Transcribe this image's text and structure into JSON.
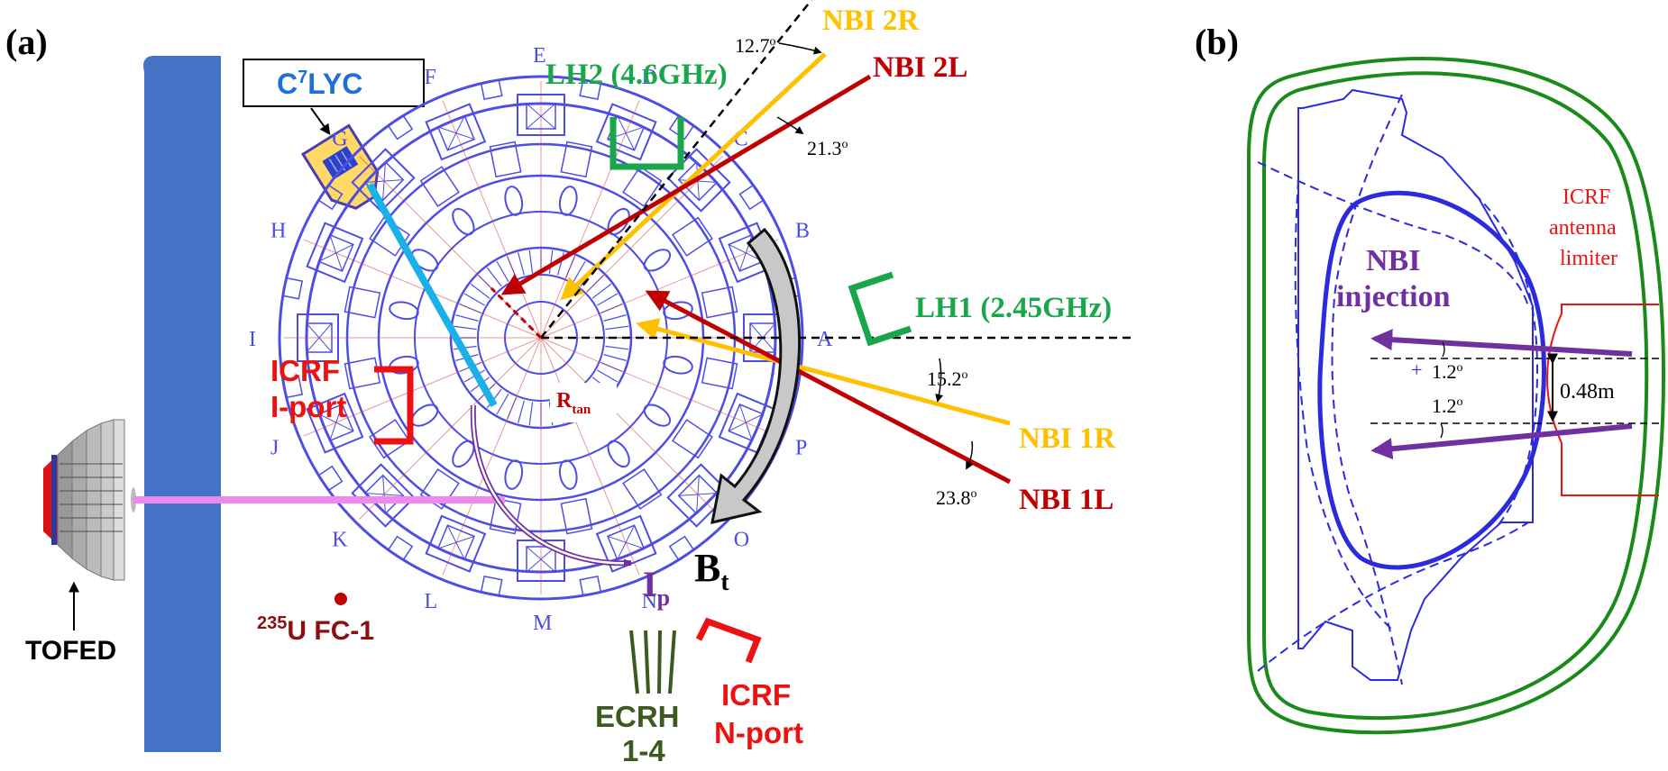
{
  "panel_a": {
    "label": "(a)",
    "detector_box": {
      "main": "C",
      "sup": "7",
      "rest": "LYC"
    },
    "tofed": "TOFED",
    "fission_chamber": {
      "sup": "235",
      "rest": "U FC-1"
    },
    "icrf_i": {
      "line1": "ICRF",
      "line2": "I-port"
    },
    "icrf_n": {
      "line1": "ICRF",
      "line2": "N-port"
    },
    "ecrh": {
      "line1": "ECRH",
      "line2": "1-4"
    },
    "lh2": "LH2 (4.6GHz)",
    "lh1": "LH1 (2.45GHz)",
    "nbi_2r": "NBI 2R",
    "nbi_2l": "NBI 2L",
    "nbi_1r": "NBI 1R",
    "nbi_1l": "NBI 1L",
    "angle_12_7": {
      "value": "12.7",
      "sup": "o"
    },
    "angle_21_3": {
      "value": "21.3",
      "sup": "o"
    },
    "angle_15_2": {
      "value": "15.2",
      "sup": "o"
    },
    "angle_23_8": {
      "value": "23.8",
      "sup": "o"
    },
    "rtan": {
      "main": "R",
      "sub": "tan"
    },
    "bt": {
      "main": "B",
      "sub": "t"
    },
    "ip": {
      "main": "I",
      "sub": "p"
    },
    "ports": [
      "A",
      "B",
      "C",
      "D",
      "E",
      "F",
      "G",
      "H",
      "I",
      "J",
      "K",
      "L",
      "M",
      "N",
      "O",
      "P"
    ]
  },
  "panel_b": {
    "label": "(b)",
    "icrf": {
      "line1": "ICRF",
      "line2": "antenna",
      "line3": "limiter"
    },
    "nbi": {
      "line1": "NBI",
      "line2": "injection"
    },
    "angle_top": {
      "value": "1.2",
      "sup": "o"
    },
    "angle_bottom": {
      "value": "1.2",
      "sup": "o"
    },
    "distance": "0.48m"
  },
  "colors": {
    "machine_blue": "#4d4de6",
    "wall_blue": "#4472c4",
    "nbi_orange": "#ffc000",
    "nbi_red": "#c00000",
    "lh_green": "#1aa64b",
    "icrf_red": "#ee1111",
    "ecrh_olive": "#3d5a1e",
    "cyan_beam": "#1ab0e8",
    "magenta_beam": "#ee88ee",
    "purple": "#7030a0",
    "vessel_green": "#1a8a1a"
  }
}
